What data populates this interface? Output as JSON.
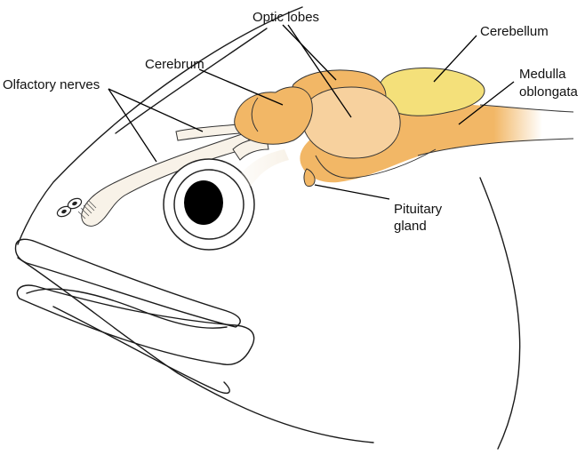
{
  "labels": {
    "optic_lobes": "Optic lobes",
    "cerebellum": "Cerebellum",
    "cerebrum": "Cerebrum",
    "olfactory_nerves": "Olfactory nerves",
    "medulla_line1": "Medulla",
    "medulla_line2": "oblongata",
    "pituitary_line1": "Pituitary",
    "pituitary_line2": "gland"
  },
  "colors": {
    "brain_orange": "#f2b766",
    "brain_light": "#f7d19e",
    "cerebellum_yellow": "#f4e07a",
    "nerve_fill": "#f8f2e8"
  }
}
